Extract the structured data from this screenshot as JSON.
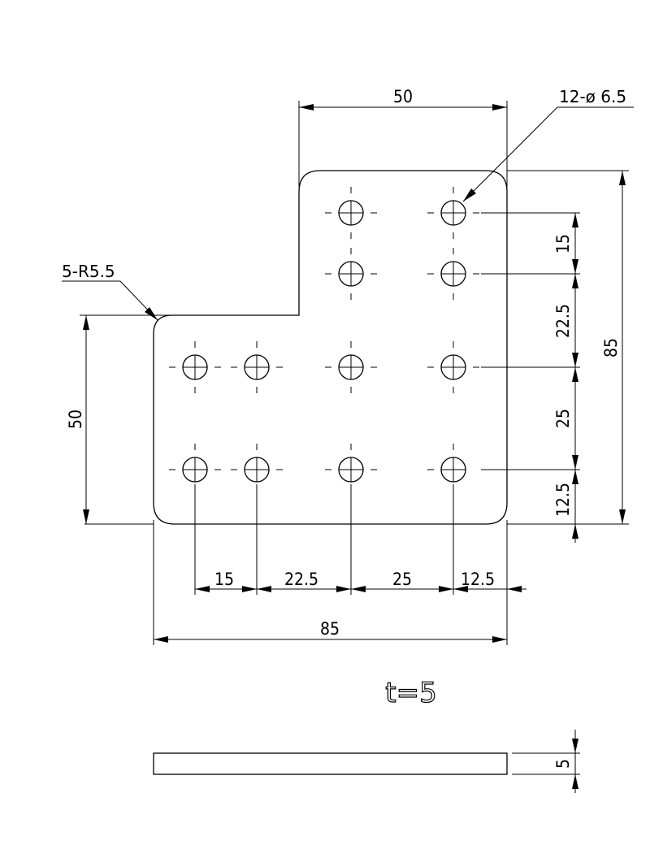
{
  "drawing": {
    "hole_callout": "12-ø 6.5",
    "radius_callout": "5-R5.5",
    "thickness_note": "t=5"
  },
  "dimensions": {
    "top_width": "50",
    "left_height": "50",
    "overall_height": "85",
    "overall_width": "85",
    "right_chain": [
      "15",
      "22.5",
      "25",
      "12.5"
    ],
    "bottom_chain": [
      "15",
      "22.5",
      "25",
      "12.5"
    ],
    "side_thickness": "5"
  }
}
